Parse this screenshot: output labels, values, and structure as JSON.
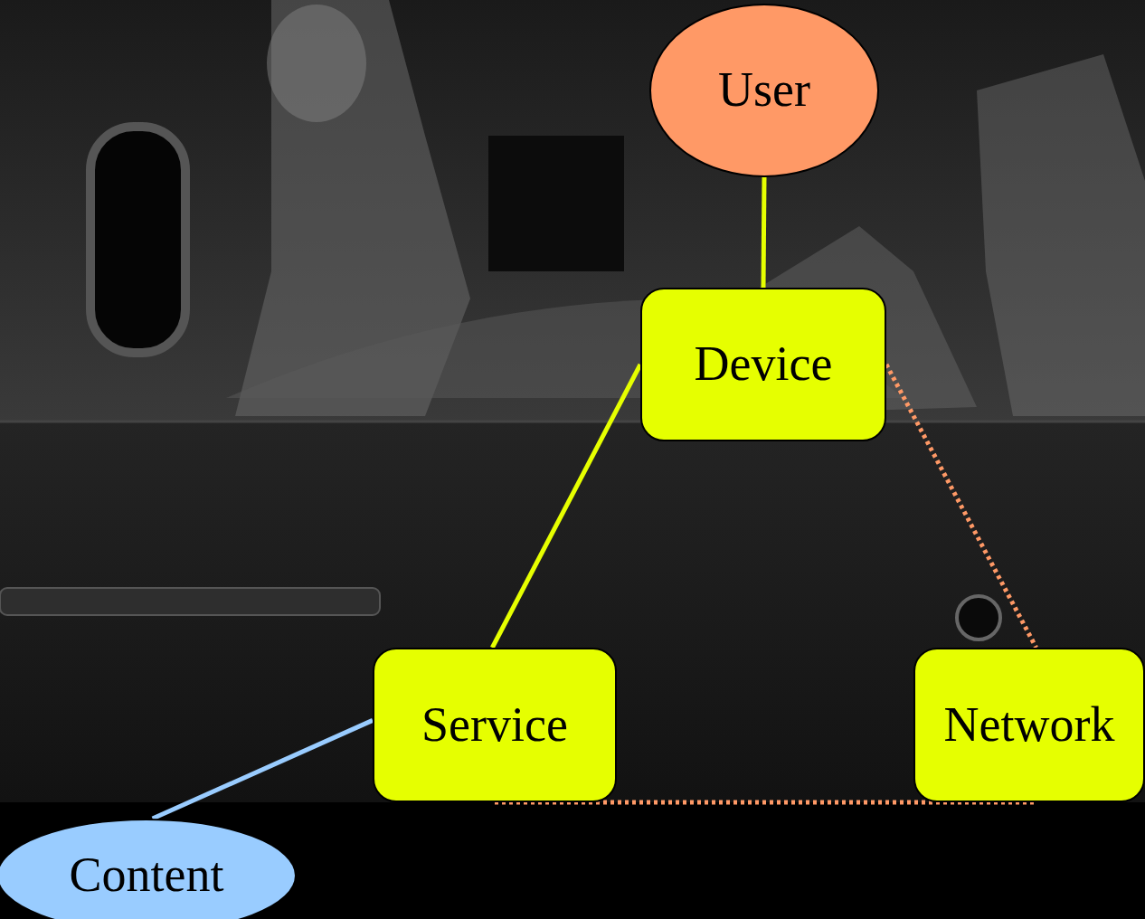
{
  "diagram": {
    "nodes": [
      {
        "text": [
          "User"
        ]
      },
      {
        "text": [
          "Device"
        ]
      },
      {
        "text": [
          "Service"
        ]
      },
      {
        "text": [
          "Network"
        ]
      },
      {
        "text": [
          "Content"
        ]
      }
    ],
    "edges": [
      {
        "from": 0,
        "to": 1,
        "arrow": "none"
      },
      {
        "from": 1,
        "to": 2,
        "arrow": "none"
      },
      {
        "from": 2,
        "to": 4,
        "arrow": "none"
      },
      {
        "from": 1,
        "to": 3,
        "arrow": "none"
      },
      {
        "from": 2,
        "to": 3,
        "arrow": "none"
      }
    ]
  }
}
